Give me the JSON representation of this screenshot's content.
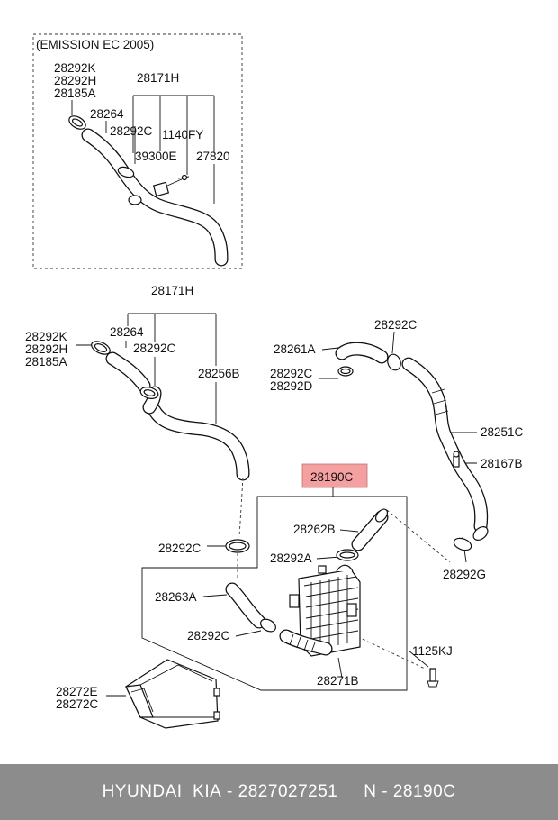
{
  "diagram": {
    "emission_box_title": "(EMISSION EC 2005)",
    "top_group": {
      "l_28292K": "28292K",
      "l_28292H": "28292H",
      "l_28185A": "28185A",
      "l_28171H": "28171H",
      "l_28264": "28264",
      "l_28292C": "28292C",
      "l_1140FY": "1140FY",
      "l_39300E": "39300E",
      "l_27820": "27820"
    },
    "mid_group": {
      "l_28171H": "28171H",
      "l_28292K": "28292K",
      "l_28292H": "28292H",
      "l_28185A": "28185A",
      "l_28264": "28264",
      "l_28292C": "28292C",
      "l_28256B": "28256B"
    },
    "right_group": {
      "l_28292C_top": "28292C",
      "l_28261A": "28261A",
      "l_28292C_mid": "28292C",
      "l_28292D": "28292D",
      "l_28251C": "28251C",
      "l_28167B": "28167B"
    },
    "lower_group": {
      "l_28190C": "28190C",
      "l_28262B": "28262B",
      "l_28292C_a": "28292C",
      "l_28292A": "28292A",
      "l_28292G": "28292G",
      "l_28263A": "28263A",
      "l_28292C_b": "28292C",
      "l_1125KJ": "1125KJ",
      "l_28271B": "28271B",
      "l_28272E": "28272E",
      "l_28272C": "28272C"
    },
    "highlight_color": "#f4a0a0"
  },
  "footer": {
    "brand": "HYUNDAI  KIA",
    "separator": " - ",
    "part_number": "2827027251",
    "gap": "     ",
    "ref_prefix": "N - ",
    "ref_code": "28190C",
    "background": "#8c8c8c"
  }
}
